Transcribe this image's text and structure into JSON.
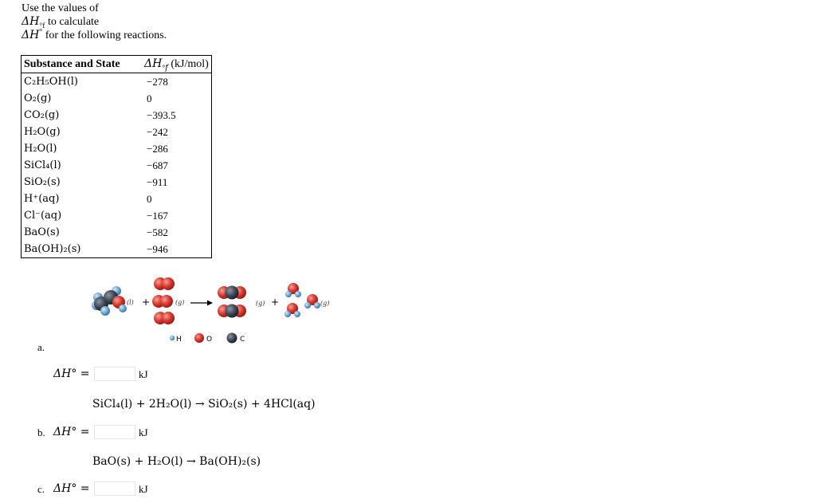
{
  "instructions": {
    "line1": "Use the values of",
    "line2_sym": "ΔH",
    "line2_sub": "f",
    "line2_text": " to calculate",
    "line3_sym": "ΔH",
    "line3_text": " for the following reactions."
  },
  "table": {
    "header_substance": "Substance and State",
    "header_dh_sym": "ΔH",
    "header_dh_sub": "f",
    "header_units": "(kJ/mol)",
    "rows": [
      {
        "substance": "C₂H₅OH(l)",
        "value": "−278"
      },
      {
        "substance": "O₂(g)",
        "value": "0"
      },
      {
        "substance": "CO₂(g)",
        "value": "−393.5"
      },
      {
        "substance": "H₂O(g)",
        "value": "−242"
      },
      {
        "substance": "H₂O(l)",
        "value": "−286"
      },
      {
        "substance": "SiCl₄(l)",
        "value": "−687"
      },
      {
        "substance": "SiO₂(s)",
        "value": "−911"
      },
      {
        "substance": "H⁺(aq)",
        "value": "0"
      },
      {
        "substance": "Cl⁻(aq)",
        "value": "−167"
      },
      {
        "substance": "BaO(s)",
        "value": "−582"
      },
      {
        "substance": "Ba(OH)₂(s)",
        "value": "−946"
      }
    ]
  },
  "diagram": {
    "state_l": "(l)",
    "state_g1": "(g)",
    "state_g2": "(g)",
    "state_g3": "(g)",
    "plus1": "+",
    "plus2": "+",
    "legend_h": "H",
    "legend_o": "O",
    "legend_c": "C",
    "colors": {
      "hydrogen": "#6fa7d6",
      "oxygen": "#d9362c",
      "carbon": "#3f4a55"
    }
  },
  "parts": {
    "a": {
      "label": "a.",
      "dh_label": "ΔH° =",
      "value": "",
      "unit": "kJ"
    },
    "b": {
      "label": "b.",
      "dh_label": "ΔH° =",
      "value": "",
      "unit": "kJ",
      "reaction": "SiCl₄(l) + 2H₂O(l) → SiO₂(s) + 4HCl(aq)"
    },
    "c": {
      "label": "c.",
      "dh_label": "ΔH° =",
      "value": "",
      "unit": "kJ",
      "reaction": "BaO(s) + H₂O(l) → Ba(OH)₂(s)"
    }
  }
}
